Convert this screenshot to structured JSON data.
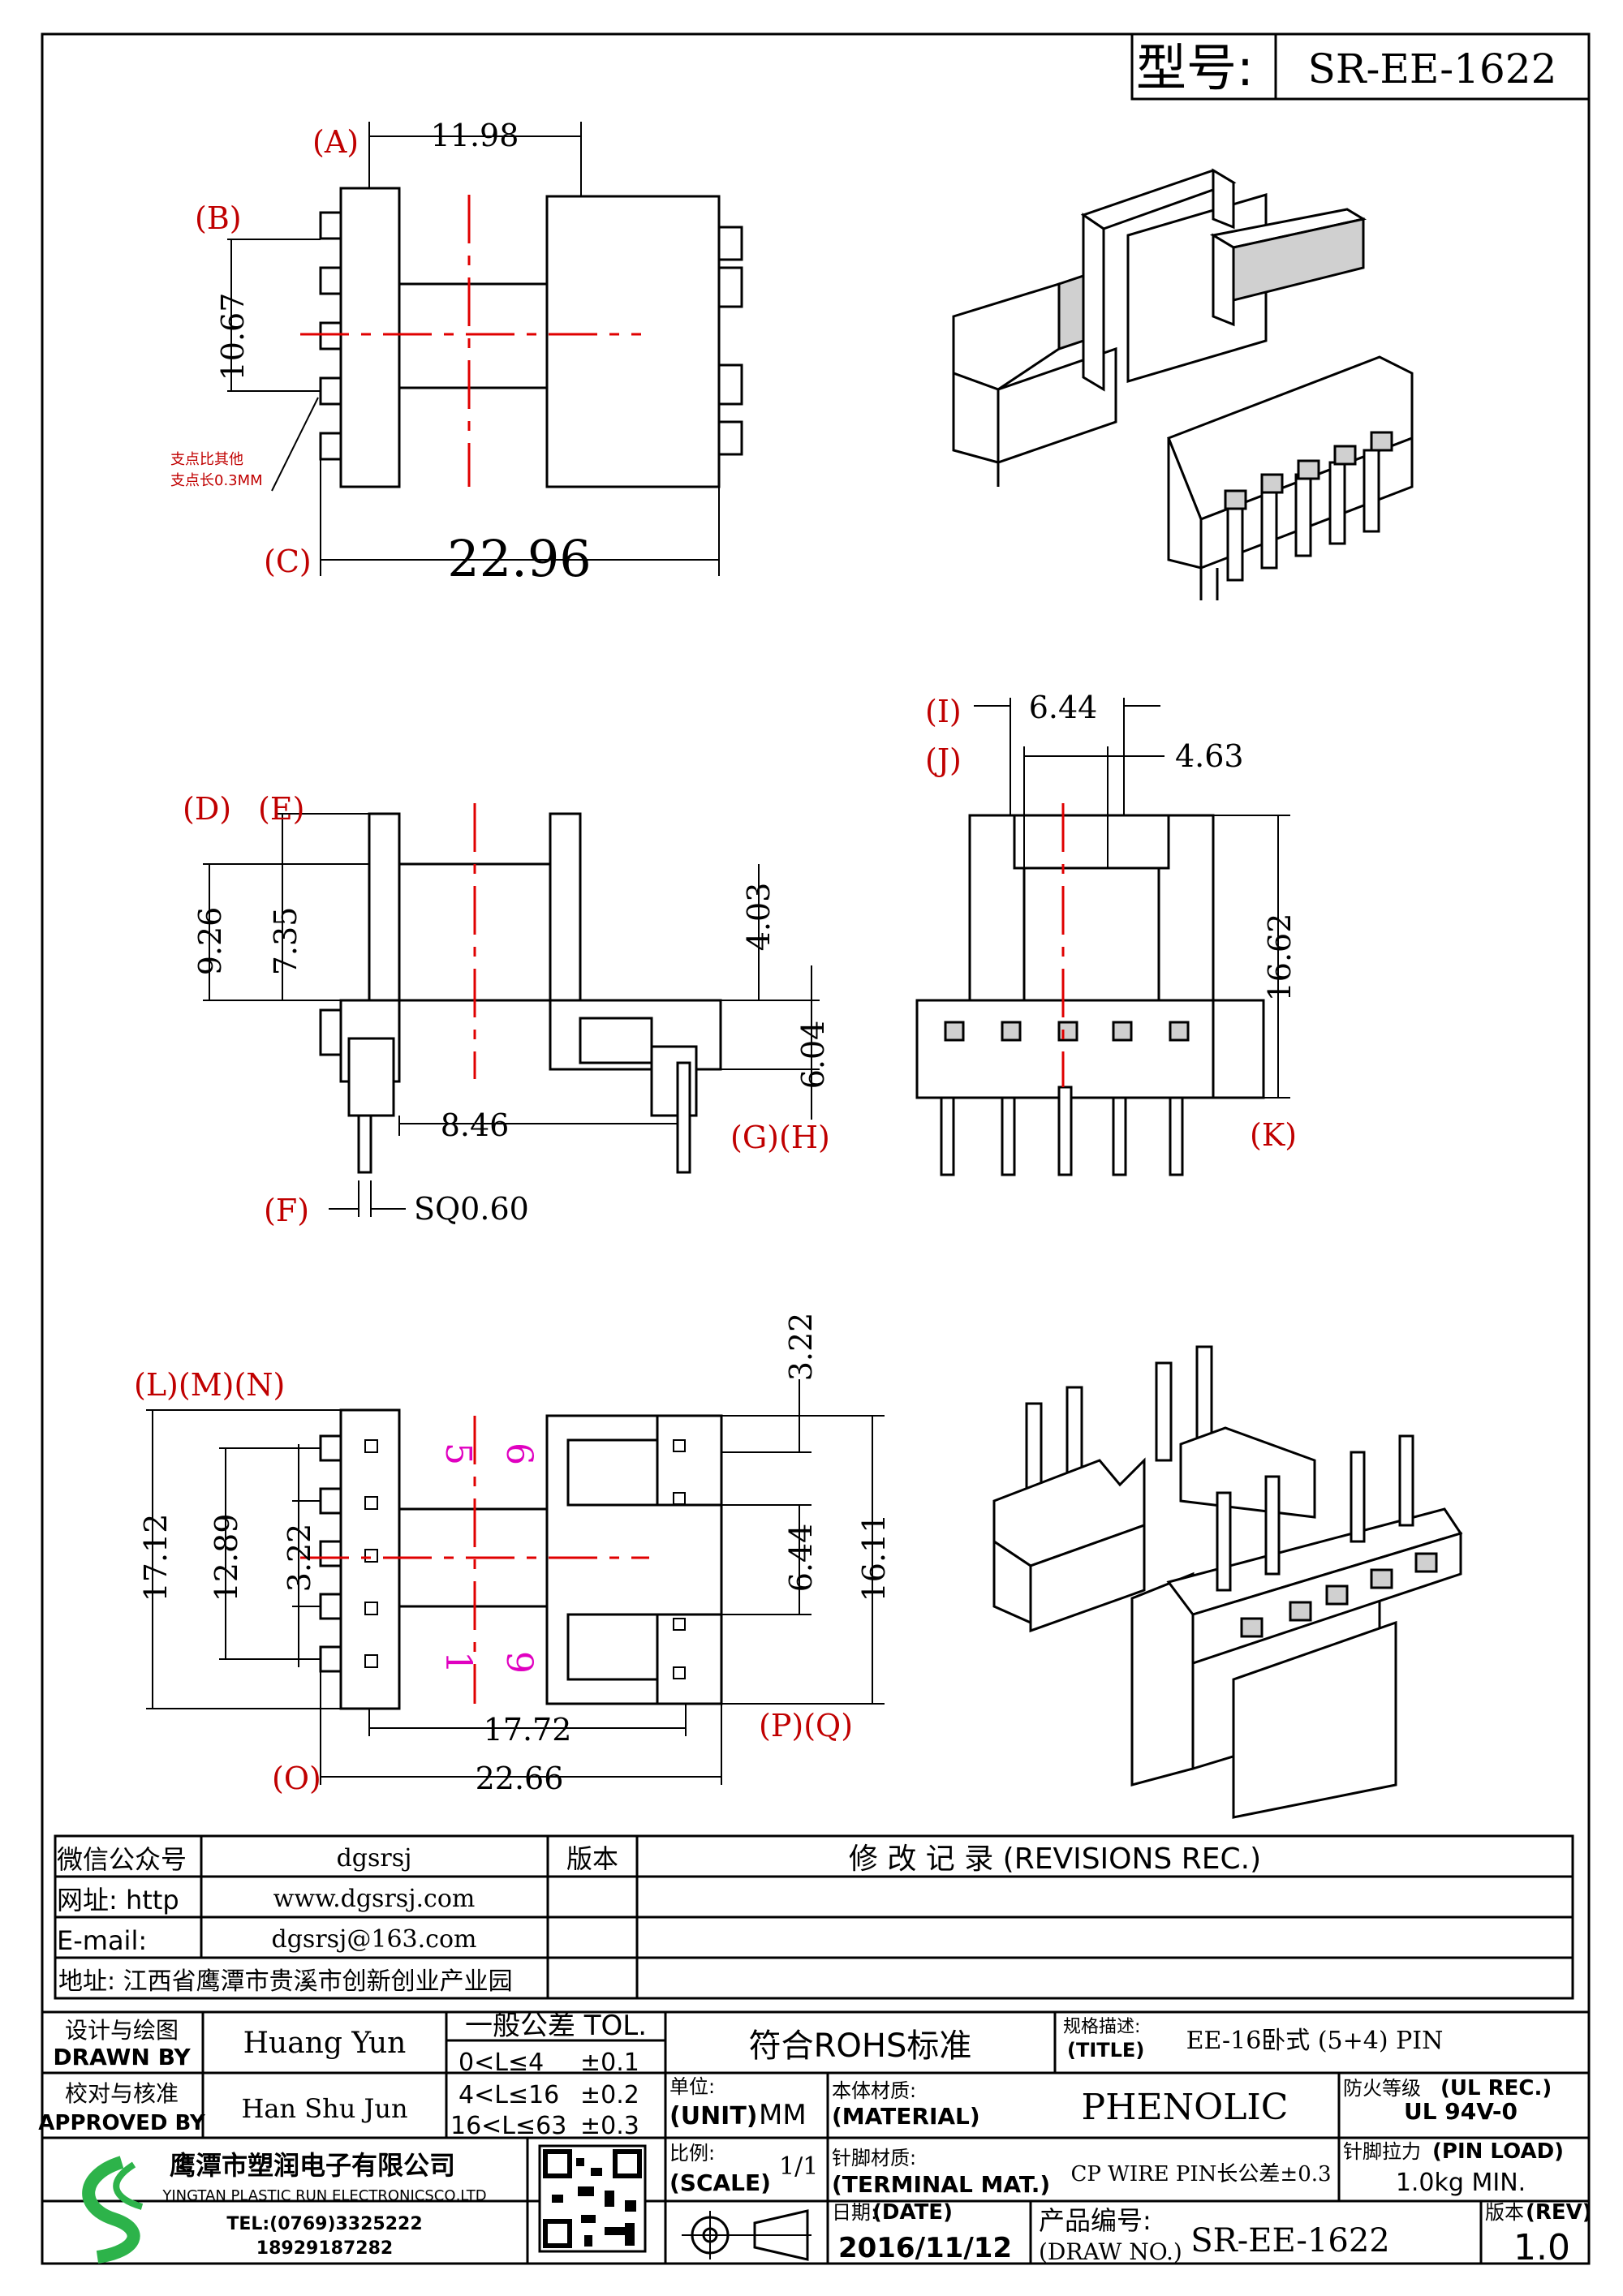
{
  "model_label": "型号:",
  "model_no": "SR-EE-1622",
  "top_view": {
    "dims": {
      "a": "11.98",
      "b": "10.67",
      "c": "22.96"
    },
    "labels": {
      "a": "(A)",
      "b": "(B)",
      "c": "(C)"
    },
    "note_line1": "支点比其他",
    "note_line2": "支点长0.3MM"
  },
  "side_view": {
    "dims": {
      "d": "9.26",
      "e": "7.35",
      "f": "SQ0.60",
      "g": "4.03",
      "h": "6.04",
      "base": "8.46"
    },
    "labels": {
      "d": "(D)",
      "e": "(E)",
      "f": "(F)",
      "gh": "(G)(H)"
    }
  },
  "front_view": {
    "dims": {
      "i": "6.44",
      "j": "4.63",
      "k": "16.62"
    },
    "labels": {
      "i": "(I)",
      "j": "(J)",
      "k": "(K)"
    }
  },
  "bottom_view": {
    "dims": {
      "l": "17.12",
      "m": "12.89",
      "n": "3.22",
      "p": "17.72",
      "o": "22.66",
      "q": "16.11",
      "r": "6.44",
      "s": "3.22"
    },
    "labels": {
      "lmn": "(L)(M)(N)",
      "o": "(O)",
      "pq": "(P)(Q)"
    },
    "pins": {
      "p5": "5",
      "p6": "6",
      "p1": "1",
      "p9": "9"
    }
  },
  "info_table": {
    "wechat_label": "微信公众号",
    "wechat_value": "dgsrsj",
    "web_label": "网址: http",
    "web_value": "www.dgsrsj.com",
    "email_label": "E-mail:",
    "email_value": "dgsrsj@163.com",
    "addr_label": "地址: 江西省鹰潭市贵溪市创新创业产业园",
    "version_label": "版本",
    "revisions_label": "修 改 记 录  (REVISIONS REC.)"
  },
  "title_block": {
    "drawn_cn": "设计与绘图",
    "drawn_en": "DRAWN BY",
    "drawn_value": "Huang Yun",
    "approved_cn": "校对与核准",
    "approved_en": "APPROVED BY",
    "approved_value": "Han Shu Jun",
    "tol_title": "一般公差 TOL.",
    "tol_rows": [
      {
        "range": "0<L≤4",
        "value": "±0.1"
      },
      {
        "range": "4<L≤16",
        "value": "±0.2"
      },
      {
        "range": "16<L≤63",
        "value": "±0.3"
      }
    ],
    "rohs": "符合ROHS标准",
    "title_cn": "规格描述:",
    "title_en": "(TITLE)",
    "title_value": "EE-16卧式 (5+4) PIN",
    "unit_cn": "单位:",
    "unit_en": "(UNIT)",
    "unit_value": "MM",
    "material_cn": "本体材质:",
    "material_en": "(MATERIAL)",
    "material_value": "PHENOLIC",
    "fire_cn": "防火等级",
    "fire_en": "(UL REC.)",
    "fire_value": "UL 94V-0",
    "scale_cn": "比例:",
    "scale_en": "(SCALE)",
    "scale_value": "1/1",
    "terminal_cn": "针脚材质:",
    "terminal_en": "(TERMINAL MAT.)",
    "terminal_value": "CP WIRE  PIN长公差±0.3",
    "pinload_cn": "针脚拉力",
    "pinload_en": "(PIN LOAD)",
    "pinload_value": "1.0kg MIN.",
    "date_cn": "日期:",
    "date_en": "(DATE)",
    "date_value": "2016/11/12",
    "drawno_cn": "产品编号:",
    "drawno_en": "(DRAW NO.)",
    "drawno_value": "SR-EE-1622",
    "rev_cn": "版本",
    "rev_en": "(REV)",
    "rev_value": "1.0",
    "company_cn": "鹰潭市塑润电子有限公司",
    "company_en": "YINGTAN PLASTIC RUN ELECTRONICSCO,LTD",
    "tel": "TEL:(0769)3325222",
    "mobile": "18929187282"
  },
  "colors": {
    "label": "#c00000",
    "centerline": "#e00000",
    "pin_number": "#e000c0",
    "logo": "#2db34a"
  }
}
